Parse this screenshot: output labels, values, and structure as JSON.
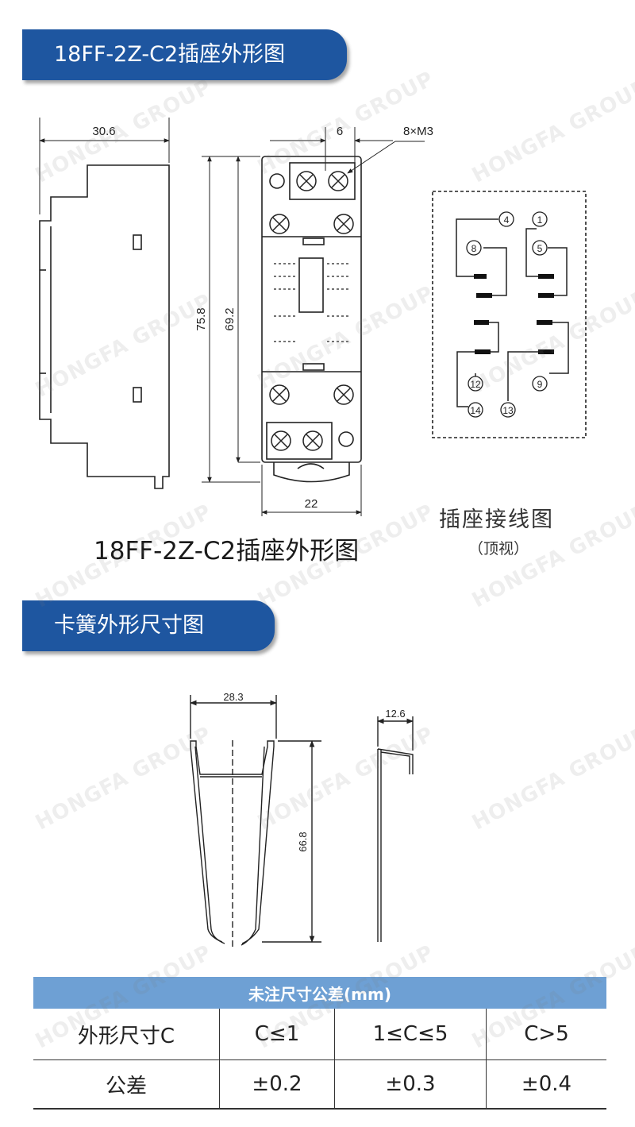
{
  "section1": {
    "title": "18FF-2Z-C2插座外形图"
  },
  "section2": {
    "title": "卡簧外形尺寸图"
  },
  "outline": {
    "caption": "18FF-2Z-C2插座外形图",
    "dims": {
      "side_width": "30.6",
      "pitch": "6",
      "screws": "8×M3",
      "height_total": "75.8",
      "height_inner": "69.2",
      "width": "22"
    }
  },
  "wiring": {
    "title": "插座接线图",
    "subtitle": "（顶视）",
    "terminals": [
      "4",
      "1",
      "8",
      "5",
      "12",
      "9",
      "14",
      "13"
    ]
  },
  "clip": {
    "dims": {
      "width": "28.3",
      "height": "66.8",
      "depth": "12.6"
    }
  },
  "tolerance": {
    "header": "未注尺寸公差(mm)",
    "row1": [
      "外形尺寸C",
      "C≤1",
      "1≤C≤5",
      "C>5"
    ],
    "row2": [
      "公差",
      "±0.2",
      "±0.3",
      "±0.4"
    ]
  },
  "watermark": "HONGFA GROUP"
}
